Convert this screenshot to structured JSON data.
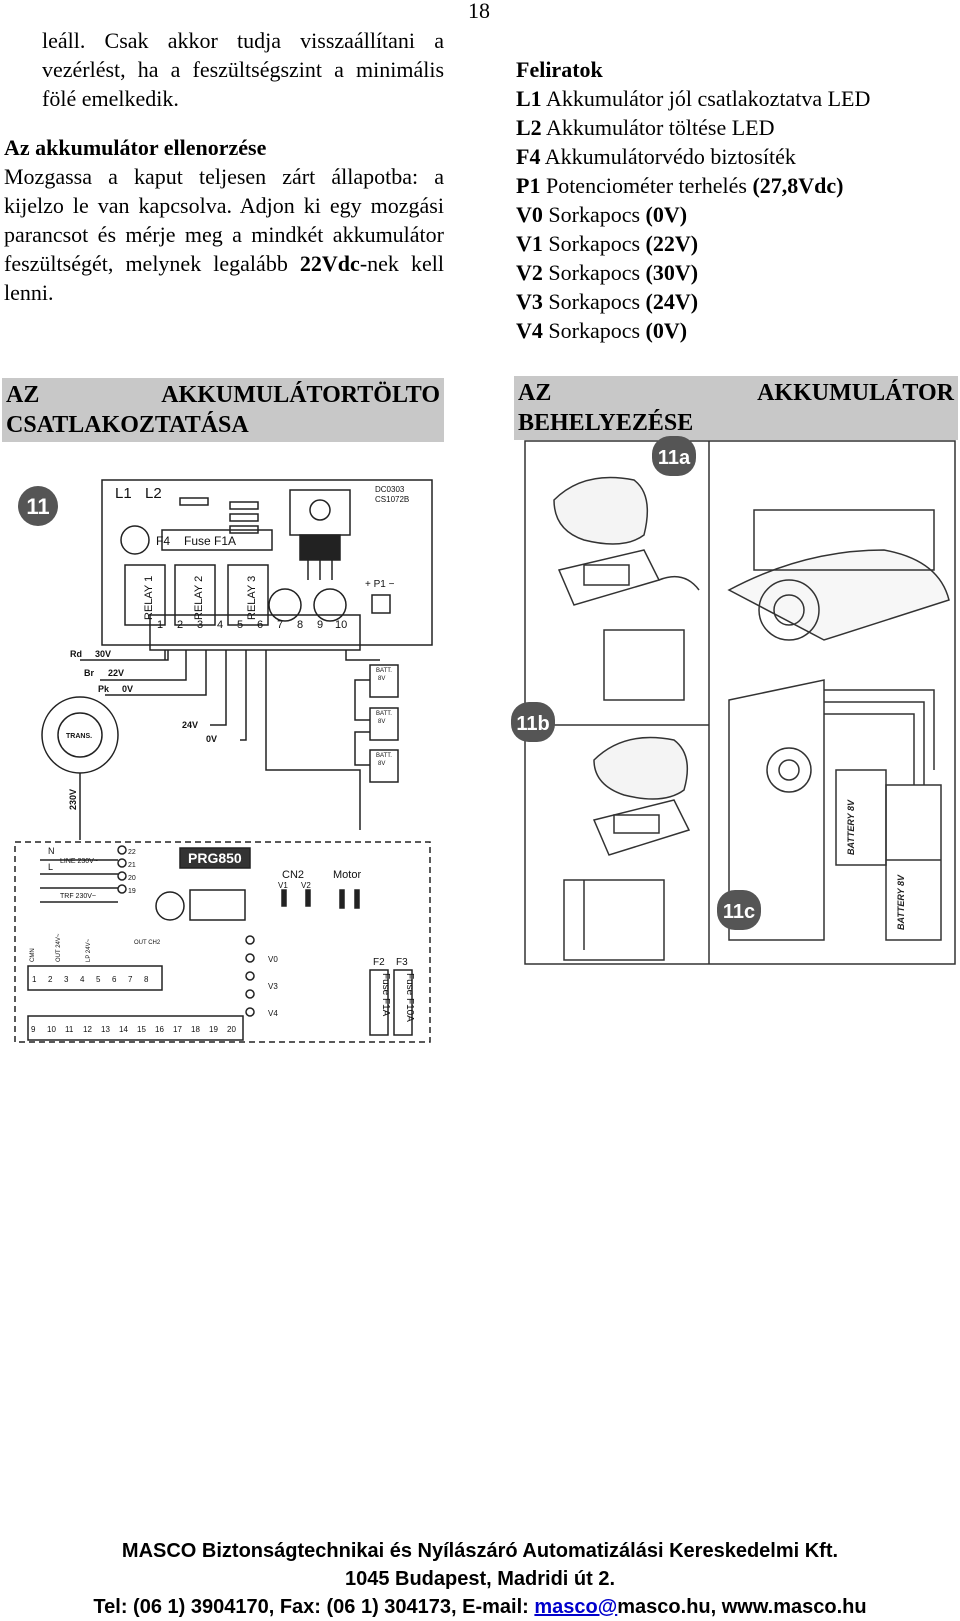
{
  "page_number": "18",
  "left": {
    "intro": "leáll. Csak akkor tudja visszaállítani a vezérlést, ha a feszültségszint a minimális fölé emelkedik.",
    "check_heading": "Az akkumulátor ellenorzése",
    "check_text_1": "Mozgassa a kaput teljesen zárt állapotba: a kijelzo le van kapcsolva. Adjon ki egy mozgási parancsot és mérje meg a mindkét akkumulátor feszültségét, melynek legalább ",
    "check_bold": "22Vdc",
    "check_text_2": "-nek kell lenni."
  },
  "right": {
    "legend_title": "Feliratok",
    "legend": [
      {
        "code": "L1",
        "text": " Akkumulátor jól csatlakoztatva LED"
      },
      {
        "code": "L2",
        "text": " Akkumulátor töltése LED"
      },
      {
        "code": "F4",
        "text": " Akkumulátorvédo biztosíték"
      },
      {
        "code": "P1",
        "text": " Potenciométer terhelés ",
        "suffix": "(27,8Vdc)"
      },
      {
        "code": "V0",
        "text": " Sorkapocs ",
        "suffix": "(0V)"
      },
      {
        "code": "V1",
        "text": " Sorkapocs ",
        "suffix": "(22V)"
      },
      {
        "code": "V2",
        "text": " Sorkapocs ",
        "suffix": "(30V)"
      },
      {
        "code": "V3",
        "text": " Sorkapocs ",
        "suffix": "(24V)"
      },
      {
        "code": "V4",
        "text": " Sorkapocs ",
        "suffix": "(0V)"
      }
    ]
  },
  "banners": {
    "left_w1": "AZ",
    "left_w2": "AKKUMULÁTORTÖLTO",
    "left_line2": "CSATLAKOZTATÁSA",
    "right_w1": "AZ",
    "right_w2": "AKKUMULÁTOR",
    "right_line2": "BEHELYEZÉSE"
  },
  "figure_wiring": {
    "badge": "11",
    "labels": {
      "l1": "L1",
      "l2": "L2",
      "dc": "DC0303",
      "cs": "CS1072B",
      "f4": "F4",
      "fuse": "Fuse F1A",
      "relay1": "RELAY 1",
      "relay2": "RELAY 2",
      "relay3": "RELAY 3",
      "p1": "+ P1 −",
      "rd": "Rd",
      "v30": "30V",
      "br": "Br",
      "v22": "22V",
      "pk": "Pk",
      "v0": "0V",
      "trans": "TRANS.",
      "v24": "24V",
      "v0b": "0V",
      "v230": "230V",
      "batt": "BATT.",
      "b8v": "8V",
      "prg": "PRG850",
      "cn2": "CN2",
      "cv1": "V1",
      "cv2": "V2",
      "motor": "Motor",
      "line": "LINE 230V~",
      "trf": "TRF 230V~",
      "n": "N",
      "l": "L",
      "t22": "22",
      "t21": "21",
      "t20": "20",
      "t19": "19",
      "tv0": "V0",
      "tv3": "V3",
      "tv4": "V4",
      "f2": "F2",
      "f3": "F3",
      "fuse1": "Fuse F1A",
      "fuse10": "Fuse F10A",
      "out": "OUT CH2",
      "out24": "OUT 24V~",
      "lp": "LP 24V~",
      "cmn": "CMN"
    },
    "terminals_top": [
      "1",
      "2",
      "3",
      "4",
      "5",
      "6",
      "7",
      "8",
      "9",
      "10"
    ],
    "terminals_row1": [
      "1",
      "2",
      "3",
      "4",
      "5",
      "6",
      "7",
      "8"
    ],
    "terminals_row2": [
      "9",
      "10",
      "11",
      "12",
      "13",
      "14",
      "15",
      "16",
      "17",
      "18",
      "19",
      "20"
    ]
  },
  "figure_battery": {
    "badge_a": "11a",
    "badge_b": "11b",
    "badge_c": "11c",
    "battery_label": "BATTERY 8V"
  },
  "footer": {
    "line1": "MASCO Biztonságtechnikai és Nyílászáró Automatizálási Kereskedelmi Kft.",
    "line2": "1045 Budapest, Madridi út 2.",
    "line3_a": "Tel: (06 1) 3904170, Fax: (06 1) 304173, E-mail: ",
    "line3_link": "masco@",
    "line3_b": "masco.hu, www.masco.hu"
  }
}
